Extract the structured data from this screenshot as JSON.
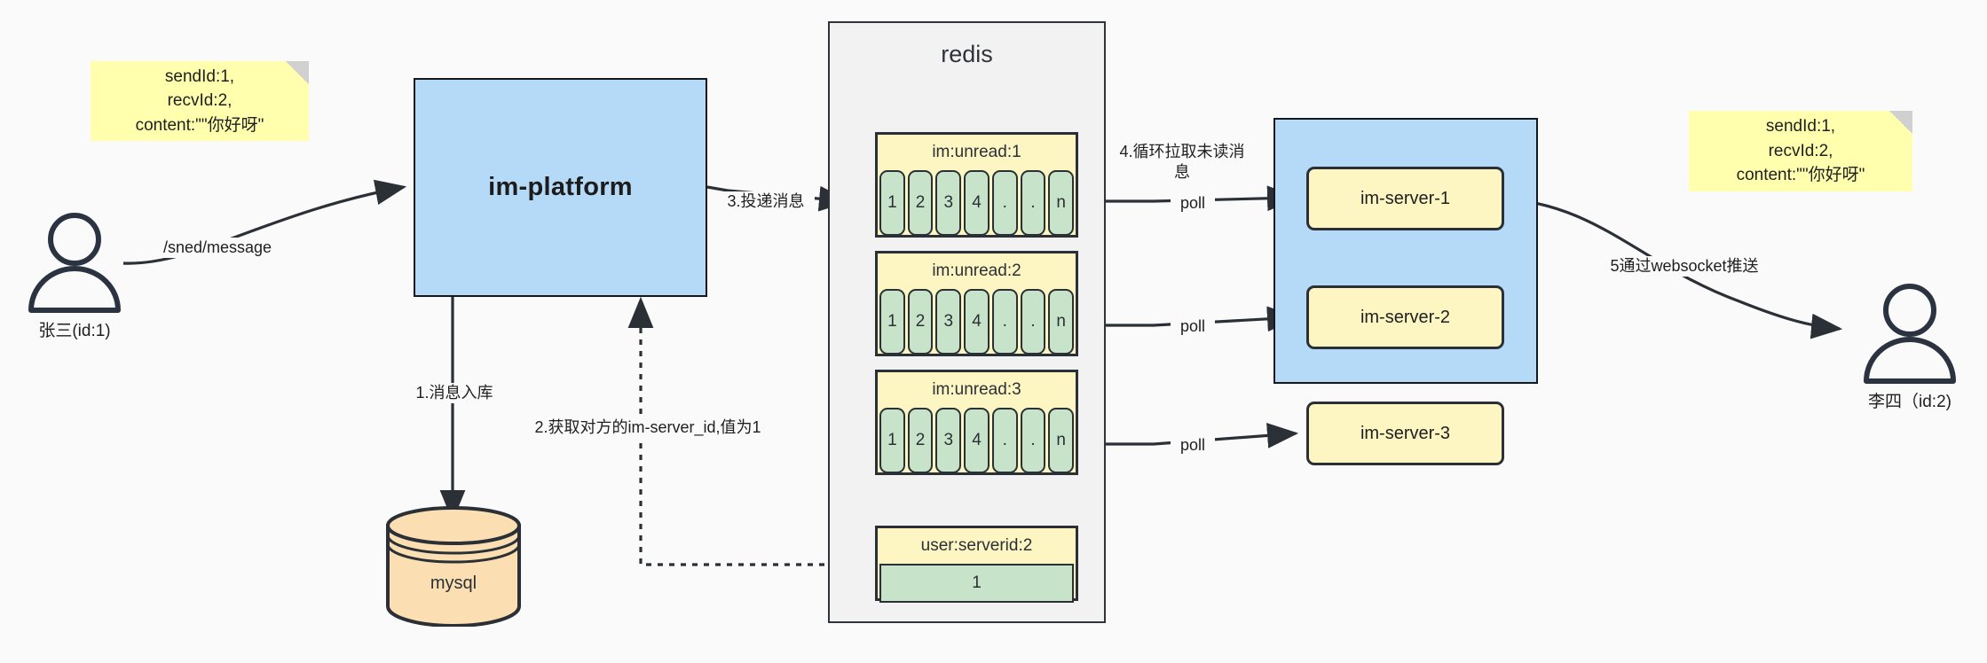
{
  "diagram": {
    "title": "IM message delivery architecture",
    "colors": {
      "note": "#ffffad",
      "blue": "#b5daf7",
      "yellow": "#fdf6c3",
      "green": "#c7e4ca",
      "orange": "#fbdfb2",
      "stroke": "#2b2f36",
      "canvas": "#fafafa"
    }
  },
  "notes": {
    "left": "sendId:1,\nrecvId:2,\ncontent:\"\"你好呀\"",
    "right": "sendId:1,\nrecvId:2,\ncontent:\"\"你好呀\""
  },
  "actors": {
    "sender": {
      "caption": "张三(id:1)",
      "icon": "user-icon"
    },
    "receiver": {
      "caption": "李四（id:2)",
      "icon": "user-icon"
    }
  },
  "platform": {
    "label": "im-platform"
  },
  "database": {
    "label": "mysql",
    "icon": "database-cylinder-icon"
  },
  "redis": {
    "title": "redis",
    "keys": [
      {
        "name": "im:unread:1",
        "cells": [
          "1",
          "2",
          "3",
          "4",
          ".",
          ".",
          "n"
        ]
      },
      {
        "name": "im:unread:2",
        "cells": [
          "1",
          "2",
          "3",
          "4",
          ".",
          ".",
          "n"
        ]
      },
      {
        "name": "im:unread:3",
        "cells": [
          "1",
          "2",
          "3",
          "4",
          ".",
          ".",
          "n"
        ]
      }
    ],
    "serverid_key": {
      "name": "user:serverid:2",
      "value": "1"
    }
  },
  "server_cluster": {
    "servers": [
      {
        "label": "im-server-1"
      },
      {
        "label": "im-server-2"
      },
      {
        "label": "im-server-3"
      }
    ]
  },
  "edges": {
    "send_message": "/sned/message",
    "step1": "1.消息入库",
    "step2": "2.获取对方的im-server_id,值为1",
    "step3": "3.投递消息",
    "step4": "4.循环拉取未读消\n息",
    "poll1": "poll",
    "poll2": "poll",
    "poll3": "poll",
    "step5": "5通过websocket推送"
  }
}
